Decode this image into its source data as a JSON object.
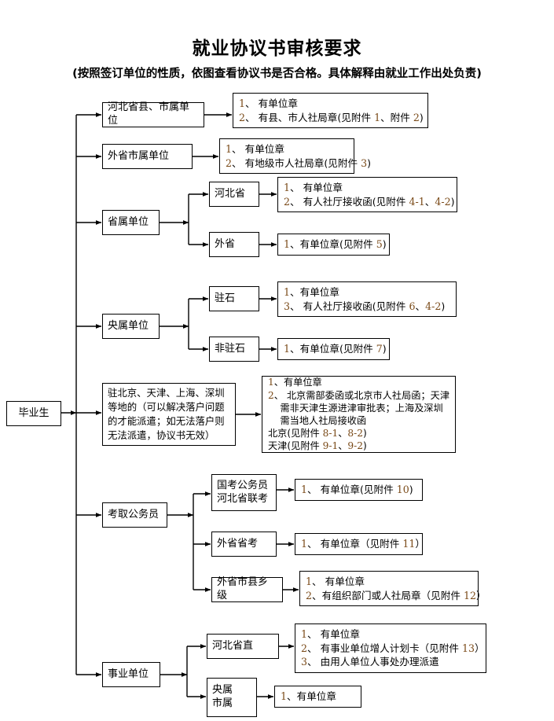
{
  "header": {
    "title": "就业协议书审核要求",
    "subtitle": "(按照签订单位的性质，依图查看协议书是否合格。具体解释由就业工作出处负责)"
  },
  "colors": {
    "line": "#000000",
    "box_border": "#000000",
    "numeral": "#7a4a18",
    "background": "#ffffff"
  },
  "root": {
    "label": "毕业生"
  },
  "branches": [
    {
      "id": "hebei-county-city",
      "label": "河北省县、市属单位",
      "detail_lines": [
        "1、 有单位章",
        "2、 有县、市人社局章(见附件 1、附件 2)"
      ]
    },
    {
      "id": "other-province-city",
      "label": "外省市属单位",
      "detail_lines": [
        "1、 有单位章",
        "2、 有地级市人社局章(见附件 3)"
      ]
    },
    {
      "id": "province-owned",
      "label": "省属单位",
      "children": [
        {
          "id": "province-hebei",
          "label": "河北省",
          "detail_lines": [
            "1、 有单位章",
            "2、 有人社厅接收函(见附件 4-1、4-2)"
          ]
        },
        {
          "id": "province-other",
          "label": "外省",
          "detail_lines": [
            "1、有单位章(见附件 5)"
          ]
        }
      ]
    },
    {
      "id": "central-owned",
      "label": "央属单位",
      "children": [
        {
          "id": "central-in-shijiazhuang",
          "label": "驻石",
          "detail_lines": [
            "1、有单位章",
            "3、 有人社厅接收函(见附件 6、4-2)"
          ]
        },
        {
          "id": "central-not-shijiazhuang",
          "label": "非驻石",
          "detail_lines": [
            "1、有单位章(见附件 7)"
          ]
        }
      ]
    },
    {
      "id": "big-cities",
      "label": "驻北京、天津、上海、深圳等地的（可以解决落户问题的才能派遣；如无法落户则无法派遣，协议书无效）",
      "detail_lines": [
        "1、有单位章",
        "2、 北京需部委函或北京市人社局函；天津",
        "    需非天津生源进津审批表；上海及深圳",
        "    需当地人社局接收函",
        "北京(见附件 8-1、8-2)",
        "天津(见附件 9-1、9-2)"
      ]
    },
    {
      "id": "civil-servant",
      "label": "考取公务员",
      "children": [
        {
          "id": "national-exam",
          "label": "国考公务员\n河北省联考",
          "detail_lines": [
            "1、 有单位章(见附件 10)"
          ]
        },
        {
          "id": "other-province-exam",
          "label": "外省省考",
          "detail_lines": [
            "1、 有单位章（见附件 11）"
          ]
        },
        {
          "id": "other-province-town",
          "label": "外省市县乡级",
          "detail_lines": [
            "1、 有单位章",
            "2、有组织部门或人社局章（见附件 12）"
          ]
        }
      ]
    },
    {
      "id": "public-institution",
      "label": "事业单位",
      "children": [
        {
          "id": "hebei-provincial-direct",
          "label": "河北省直",
          "detail_lines": [
            "1、 有单位章",
            "2、 有事业单位增人计划卡（见附件 13）",
            "3、 由用人单位人事处办理派遣"
          ]
        },
        {
          "id": "central-city-owned",
          "label": "央属\n市属",
          "detail_lines": [
            "1、有单位章"
          ]
        }
      ]
    }
  ]
}
